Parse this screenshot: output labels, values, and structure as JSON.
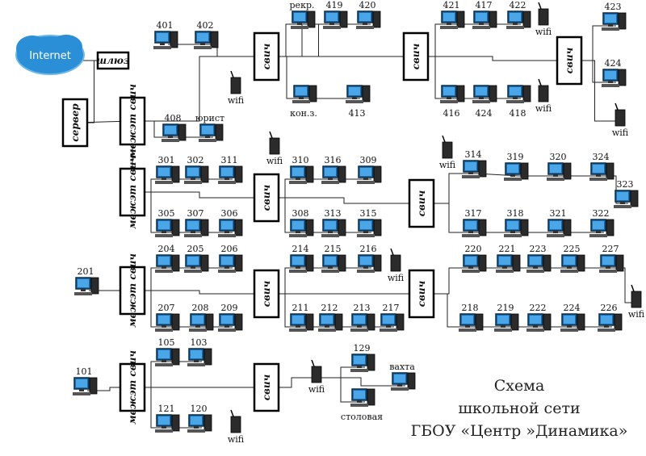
{
  "title": [
    "Схема",
    "школьной сети",
    "ГБОУ «Центр »Динамика»"
  ],
  "cloud_label": "Internet",
  "nodes": [
    {
      "id": "gw",
      "kind": "box",
      "label": "шлюз"
    },
    {
      "id": "srv",
      "kind": "vbox",
      "label": "сервер"
    },
    {
      "id": "fw1",
      "kind": "vbox",
      "label": "межэт свич"
    },
    {
      "id": "sw1",
      "kind": "vbox",
      "label": "свич"
    },
    {
      "id": "sw2",
      "kind": "vbox",
      "label": "свич"
    },
    {
      "id": "sw3",
      "kind": "vbox",
      "label": "свич"
    },
    {
      "id": "fw2",
      "kind": "vbox",
      "label": "межэт свич"
    },
    {
      "id": "sw4",
      "kind": "vbox",
      "label": "свич"
    },
    {
      "id": "sw5",
      "kind": "vbox",
      "label": "свич"
    },
    {
      "id": "fw3",
      "kind": "vbox",
      "label": "межэт свич"
    },
    {
      "id": "sw6",
      "kind": "vbox",
      "label": "свич"
    },
    {
      "id": "sw7",
      "kind": "vbox",
      "label": "свич"
    },
    {
      "id": "fw4",
      "kind": "vbox",
      "label": "межэт свич"
    },
    {
      "id": "sw8",
      "kind": "vbox",
      "label": "свич"
    },
    {
      "id": "p401",
      "kind": "pc",
      "label": "401"
    },
    {
      "id": "p402",
      "kind": "pc",
      "label": "402"
    },
    {
      "id": "prekr",
      "kind": "pc",
      "label": "рекр."
    },
    {
      "id": "p419",
      "kind": "pc",
      "label": "419"
    },
    {
      "id": "p420",
      "kind": "pc",
      "label": "420"
    },
    {
      "id": "pkonz",
      "kind": "pc",
      "label": "кон.з."
    },
    {
      "id": "p413",
      "kind": "pc",
      "label": "413"
    },
    {
      "id": "p421",
      "kind": "pc",
      "label": "421"
    },
    {
      "id": "p417",
      "kind": "pc",
      "label": "417"
    },
    {
      "id": "p422",
      "kind": "pc",
      "label": "422"
    },
    {
      "id": "w4a",
      "kind": "wifi",
      "label": "wifi"
    },
    {
      "id": "p423",
      "kind": "pc",
      "label": "423"
    },
    {
      "id": "p424b",
      "kind": "pc",
      "label": "424"
    },
    {
      "id": "w4b",
      "kind": "wifi",
      "label": "wifi"
    },
    {
      "id": "p416",
      "kind": "pc",
      "label": "416"
    },
    {
      "id": "p424",
      "kind": "pc",
      "label": "424"
    },
    {
      "id": "p418",
      "kind": "pc",
      "label": "418"
    },
    {
      "id": "w4c",
      "kind": "wifi",
      "label": "wifi"
    },
    {
      "id": "w4d",
      "kind": "wifi",
      "label": "wifi"
    },
    {
      "id": "p408",
      "kind": "pc",
      "label": "408"
    },
    {
      "id": "pyur",
      "kind": "pc",
      "label": "юрист"
    },
    {
      "id": "p301",
      "kind": "pc",
      "label": "301"
    },
    {
      "id": "p302",
      "kind": "pc",
      "label": "302"
    },
    {
      "id": "p311",
      "kind": "pc",
      "label": "311"
    },
    {
      "id": "w3a",
      "kind": "wifi",
      "label": "wifi"
    },
    {
      "id": "p310",
      "kind": "pc",
      "label": "310"
    },
    {
      "id": "p316",
      "kind": "pc",
      "label": "316"
    },
    {
      "id": "p309",
      "kind": "pc",
      "label": "309"
    },
    {
      "id": "w3b",
      "kind": "wifi",
      "label": "wifi"
    },
    {
      "id": "p314",
      "kind": "pc",
      "label": "314"
    },
    {
      "id": "p319",
      "kind": "pc",
      "label": "319"
    },
    {
      "id": "p320",
      "kind": "pc",
      "label": "320"
    },
    {
      "id": "p324",
      "kind": "pc",
      "label": "324"
    },
    {
      "id": "p323",
      "kind": "pc",
      "label": "323"
    },
    {
      "id": "p305",
      "kind": "pc",
      "label": "305"
    },
    {
      "id": "p307",
      "kind": "pc",
      "label": "307"
    },
    {
      "id": "p306",
      "kind": "pc",
      "label": "306"
    },
    {
      "id": "p308",
      "kind": "pc",
      "label": "308"
    },
    {
      "id": "p313",
      "kind": "pc",
      "label": "313"
    },
    {
      "id": "p315",
      "kind": "pc",
      "label": "315"
    },
    {
      "id": "p317",
      "kind": "pc",
      "label": "317"
    },
    {
      "id": "p318",
      "kind": "pc",
      "label": "318"
    },
    {
      "id": "p321",
      "kind": "pc",
      "label": "321"
    },
    {
      "id": "p322",
      "kind": "pc",
      "label": "322"
    },
    {
      "id": "p201",
      "kind": "pc",
      "label": "201"
    },
    {
      "id": "p204",
      "kind": "pc",
      "label": "204"
    },
    {
      "id": "p205",
      "kind": "pc",
      "label": "205"
    },
    {
      "id": "p206",
      "kind": "pc",
      "label": "206"
    },
    {
      "id": "p214",
      "kind": "pc",
      "label": "214"
    },
    {
      "id": "p215",
      "kind": "pc",
      "label": "215"
    },
    {
      "id": "p216",
      "kind": "pc",
      "label": "216"
    },
    {
      "id": "w2a",
      "kind": "wifi",
      "label": "wifi"
    },
    {
      "id": "p220",
      "kind": "pc",
      "label": "220"
    },
    {
      "id": "p221",
      "kind": "pc",
      "label": "221"
    },
    {
      "id": "p223",
      "kind": "pc",
      "label": "223"
    },
    {
      "id": "p225",
      "kind": "pc",
      "label": "225"
    },
    {
      "id": "p227",
      "kind": "pc",
      "label": "227"
    },
    {
      "id": "w2b",
      "kind": "wifi",
      "label": "wifi"
    },
    {
      "id": "p207",
      "kind": "pc",
      "label": "207"
    },
    {
      "id": "p208",
      "kind": "pc",
      "label": "208"
    },
    {
      "id": "p209",
      "kind": "pc",
      "label": "209"
    },
    {
      "id": "p211",
      "kind": "pc",
      "label": "211"
    },
    {
      "id": "p212",
      "kind": "pc",
      "label": "212"
    },
    {
      "id": "p213",
      "kind": "pc",
      "label": "213"
    },
    {
      "id": "p217",
      "kind": "pc",
      "label": "217"
    },
    {
      "id": "p218",
      "kind": "pc",
      "label": "218"
    },
    {
      "id": "p219",
      "kind": "pc",
      "label": "219"
    },
    {
      "id": "p222",
      "kind": "pc",
      "label": "222"
    },
    {
      "id": "p224",
      "kind": "pc",
      "label": "224"
    },
    {
      "id": "p226",
      "kind": "pc",
      "label": "226"
    },
    {
      "id": "p101",
      "kind": "pc",
      "label": "101"
    },
    {
      "id": "p105",
      "kind": "pc",
      "label": "105"
    },
    {
      "id": "p103",
      "kind": "pc",
      "label": "103"
    },
    {
      "id": "p121",
      "kind": "pc",
      "label": "121"
    },
    {
      "id": "p120",
      "kind": "pc",
      "label": "120"
    },
    {
      "id": "w1a",
      "kind": "wifi",
      "label": "wifi"
    },
    {
      "id": "w1b",
      "kind": "wifi",
      "label": "wifi"
    },
    {
      "id": "p129",
      "kind": "pc",
      "label": "129"
    },
    {
      "id": "pvaht",
      "kind": "pc",
      "label": "вахта"
    },
    {
      "id": "pstol",
      "kind": "pc",
      "label": "столовая"
    }
  ],
  "links": [
    [
      "cloud",
      "gw"
    ],
    [
      "gw",
      "srv"
    ],
    [
      "srv",
      "fw1"
    ],
    [
      "fw1",
      "sw1"
    ],
    [
      "fw1",
      "p408"
    ],
    [
      "p408",
      "pyur"
    ],
    [
      "fw1",
      "fw2"
    ],
    [
      "sw1",
      "p401"
    ],
    [
      "p401",
      "p402"
    ],
    [
      "sw1",
      "prekr"
    ],
    [
      "sw1",
      "p419"
    ],
    [
      "sw1",
      "p420"
    ],
    [
      "sw1",
      "pkonz"
    ],
    [
      "pkonz",
      "p413"
    ],
    [
      "sw1",
      "sw2"
    ],
    [
      "sw2",
      "p421"
    ],
    [
      "p421",
      "p417"
    ],
    [
      "p417",
      "p422"
    ],
    [
      "sw2",
      "sw3"
    ],
    [
      "sw3",
      "p423"
    ],
    [
      "sw3",
      "p424b"
    ],
    [
      "sw3",
      "w4b"
    ],
    [
      "sw2",
      "p416"
    ],
    [
      "p416",
      "p424"
    ],
    [
      "p424",
      "p418"
    ],
    [
      "fw2",
      "p301"
    ],
    [
      "p301",
      "p302"
    ],
    [
      "p302",
      "p311"
    ],
    [
      "fw2",
      "p305"
    ],
    [
      "p305",
      "p307"
    ],
    [
      "p307",
      "p306"
    ],
    [
      "fw2",
      "sw4"
    ],
    [
      "sw4",
      "p310"
    ],
    [
      "p310",
      "p316"
    ],
    [
      "p316",
      "p309"
    ],
    [
      "sw4",
      "p308"
    ],
    [
      "p308",
      "p313"
    ],
    [
      "p313",
      "p315"
    ],
    [
      "sw4",
      "sw5"
    ],
    [
      "sw5",
      "p314"
    ],
    [
      "p314",
      "p319"
    ],
    [
      "p319",
      "p320"
    ],
    [
      "p320",
      "p324"
    ],
    [
      "p324",
      "p323"
    ],
    [
      "sw5",
      "p317"
    ],
    [
      "p317",
      "p318"
    ],
    [
      "p318",
      "p321"
    ],
    [
      "p321",
      "p322"
    ],
    [
      "fw3",
      "p201"
    ],
    [
      "fw3",
      "p204"
    ],
    [
      "p204",
      "p205"
    ],
    [
      "p205",
      "p206"
    ],
    [
      "fw3",
      "p207"
    ],
    [
      "p207",
      "p208"
    ],
    [
      "p208",
      "p209"
    ],
    [
      "fw3",
      "sw6"
    ],
    [
      "sw6",
      "p214"
    ],
    [
      "p214",
      "p215"
    ],
    [
      "p215",
      "p216"
    ],
    [
      "sw6",
      "p211"
    ],
    [
      "p211",
      "p212"
    ],
    [
      "p212",
      "p213"
    ],
    [
      "p213",
      "p217"
    ],
    [
      "sw6",
      "sw7"
    ],
    [
      "sw7",
      "p220"
    ],
    [
      "p220",
      "p221"
    ],
    [
      "p221",
      "p223"
    ],
    [
      "p223",
      "p225"
    ],
    [
      "p225",
      "p227"
    ],
    [
      "p227",
      "w2b"
    ],
    [
      "sw7",
      "p218"
    ],
    [
      "p218",
      "p219"
    ],
    [
      "p219",
      "p222"
    ],
    [
      "p222",
      "p224"
    ],
    [
      "p224",
      "p226"
    ],
    [
      "fw4",
      "p101"
    ],
    [
      "fw4",
      "p105"
    ],
    [
      "p105",
      "p103"
    ],
    [
      "fw4",
      "p121"
    ],
    [
      "p121",
      "p120"
    ],
    [
      "fw4",
      "sw8"
    ],
    [
      "sw8",
      "w1b"
    ],
    [
      "w1b",
      "p129"
    ],
    [
      "w1b",
      "pvaht"
    ],
    [
      "w1b",
      "pstol"
    ]
  ]
}
